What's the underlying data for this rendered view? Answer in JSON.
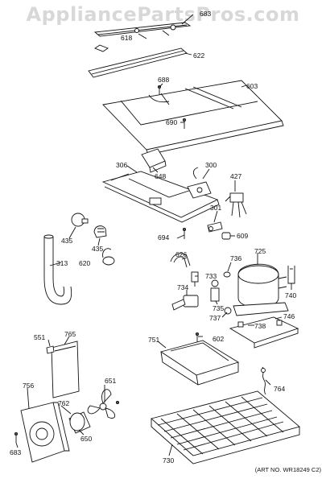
{
  "watermark": "AppliancePartsPros.com",
  "art_number": "(ART NO. WR18249 C2)",
  "labels": {
    "p683_top": "683",
    "p618": "618",
    "p622": "622",
    "p688": "688",
    "p603": "603",
    "p690": "690",
    "p306": "306",
    "p648": "648",
    "p300": "300",
    "p427": "427",
    "p301": "301",
    "p435a": "435",
    "p435b": "435",
    "p694": "694",
    "p609": "609",
    "p313": "313",
    "p620": "620",
    "p626": "626",
    "p736": "736",
    "p725": "725",
    "p733": "733",
    "p734": "734",
    "p740": "740",
    "p735": "735",
    "p746": "746",
    "p737": "737",
    "p738": "738",
    "p602": "602",
    "p551": "551",
    "p765": "765",
    "p751": "751",
    "p651": "651",
    "p764": "764",
    "p756": "756",
    "p762": "762",
    "p650": "650",
    "p683_bot": "683",
    "p730": "730"
  }
}
